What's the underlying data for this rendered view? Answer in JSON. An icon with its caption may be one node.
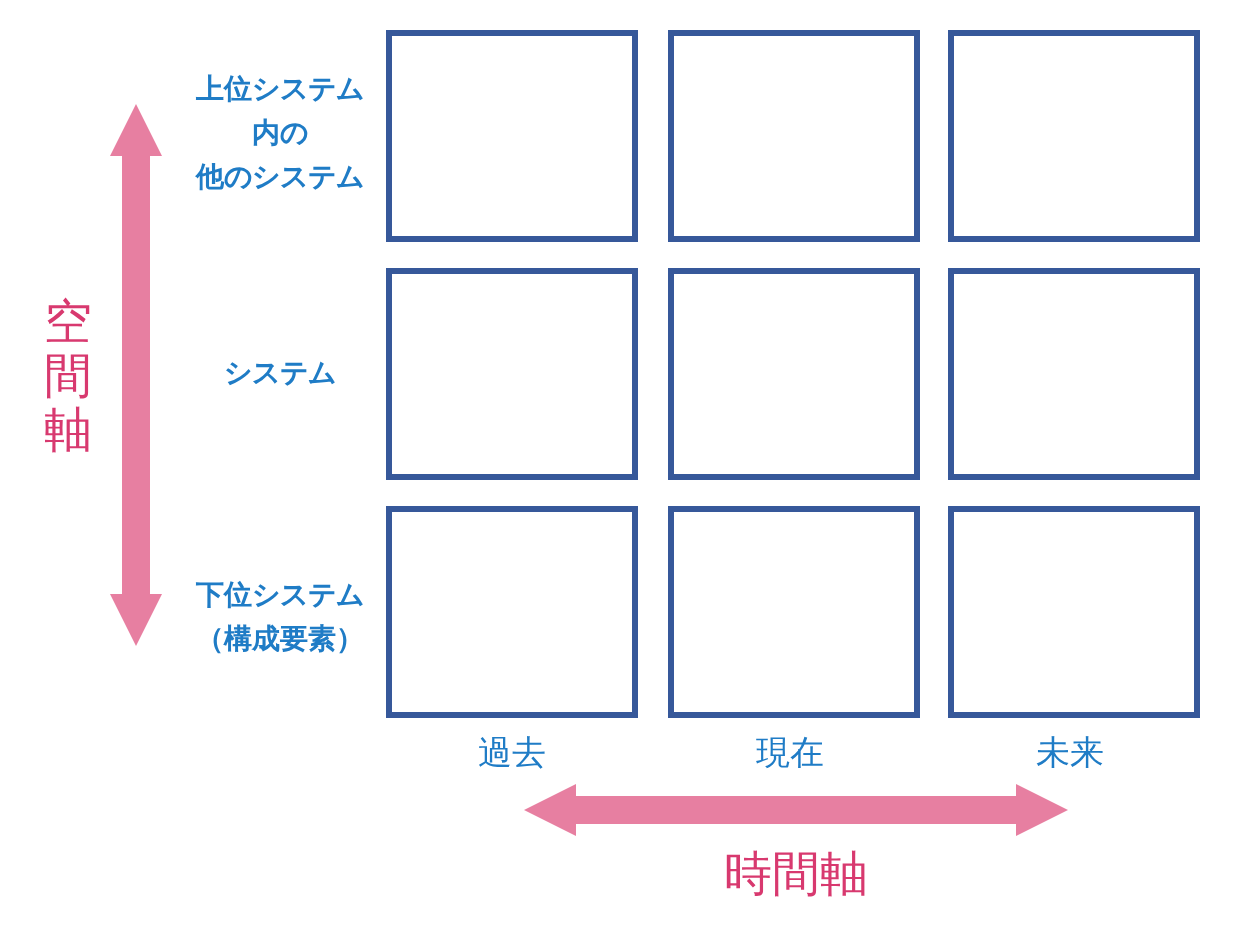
{
  "diagram": {
    "nodes": [
      {
        "text": [],
        "shape": "box"
      },
      {
        "text": [],
        "shape": "box"
      },
      {
        "text": [],
        "shape": "box"
      },
      {
        "text": [],
        "shape": "box"
      },
      {
        "text": [],
        "shape": "box"
      },
      {
        "text": [],
        "shape": "box"
      },
      {
        "text": [],
        "shape": "box"
      },
      {
        "text": [],
        "shape": "box"
      },
      {
        "text": [],
        "shape": "box"
      }
    ],
    "labels": [
      "上位システム内の他のシステム",
      "空間軸",
      "システム",
      "下位システム（構成要素）",
      "過去",
      "現在",
      "未来",
      "時間軸"
    ]
  }
}
